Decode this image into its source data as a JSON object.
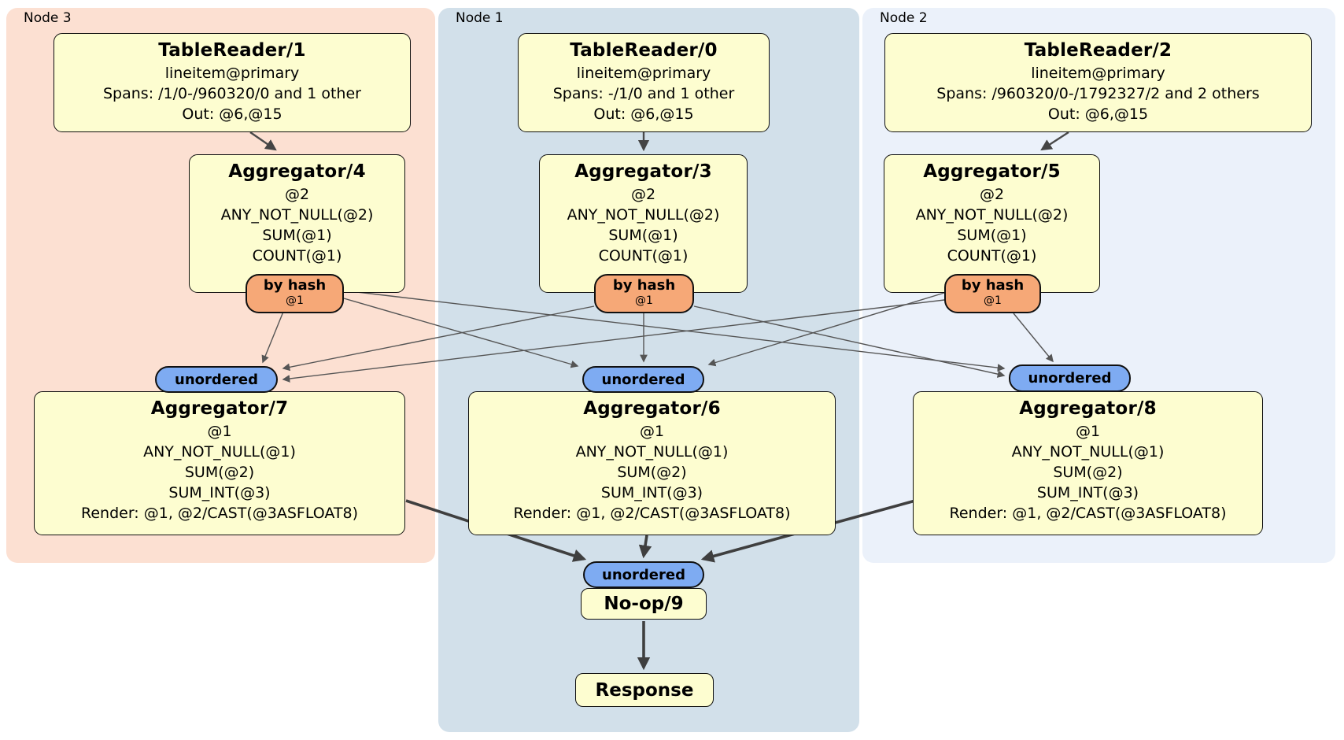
{
  "colors": {
    "node3_bg": "#fce0d2",
    "node1_bg": "#d2e0ea",
    "node2_bg": "#ebf1fa",
    "box_fill": "#fdfdd0",
    "router_fill": "#f6a877",
    "stream_fill": "#7eabf2",
    "edge_thin": "#555555",
    "edge_thick": "#3f3f3f"
  },
  "regions": [
    {
      "label": "Node 3"
    },
    {
      "label": "Node 1"
    },
    {
      "label": "Node 2"
    }
  ],
  "table_readers": [
    {
      "title": "TableReader/1",
      "table": "lineitem@primary",
      "spans": "Spans: /1/0-/960320/0 and 1 other",
      "out": "Out: @6,@15"
    },
    {
      "title": "TableReader/0",
      "table": "lineitem@primary",
      "spans": "Spans: -/1/0 and 1 other",
      "out": "Out: @6,@15"
    },
    {
      "title": "TableReader/2",
      "table": "lineitem@primary",
      "spans": "Spans: /960320/0-/1792327/2 and 2 others",
      "out": "Out: @6,@15"
    }
  ],
  "stage1_aggregators": [
    {
      "title": "Aggregator/4",
      "group_key": "@2",
      "agg1": "ANY_NOT_NULL(@2)",
      "agg2": "SUM(@1)",
      "agg3": "COUNT(@1)"
    },
    {
      "title": "Aggregator/3",
      "group_key": "@2",
      "agg1": "ANY_NOT_NULL(@2)",
      "agg2": "SUM(@1)",
      "agg3": "COUNT(@1)"
    },
    {
      "title": "Aggregator/5",
      "group_key": "@2",
      "agg1": "ANY_NOT_NULL(@2)",
      "agg2": "SUM(@1)",
      "agg3": "COUNT(@1)"
    }
  ],
  "hash_routers": [
    {
      "label": "by hash",
      "key": "@1"
    },
    {
      "label": "by hash",
      "key": "@1"
    },
    {
      "label": "by hash",
      "key": "@1"
    }
  ],
  "unordered_streams": [
    "unordered",
    "unordered",
    "unordered",
    "unordered"
  ],
  "stage2_aggregators": [
    {
      "title": "Aggregator/7",
      "group_key": "@1",
      "agg1": "ANY_NOT_NULL(@1)",
      "agg2": "SUM(@2)",
      "agg3": "SUM_INT(@3)",
      "render": "Render: @1, @2/CAST(@3ASFLOAT8)"
    },
    {
      "title": "Aggregator/6",
      "group_key": "@1",
      "agg1": "ANY_NOT_NULL(@1)",
      "agg2": "SUM(@2)",
      "agg3": "SUM_INT(@3)",
      "render": "Render: @1, @2/CAST(@3ASFLOAT8)"
    },
    {
      "title": "Aggregator/8",
      "group_key": "@1",
      "agg1": "ANY_NOT_NULL(@1)",
      "agg2": "SUM(@2)",
      "agg3": "SUM_INT(@3)",
      "render": "Render: @1, @2/CAST(@3ASFLOAT8)"
    }
  ],
  "final": {
    "noop": "No-op/9",
    "response": "Response"
  }
}
